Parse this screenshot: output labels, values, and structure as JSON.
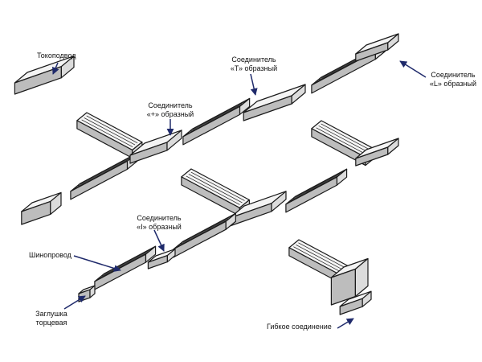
{
  "labels": {
    "tokopodvod": "Токоподвод",
    "connector_t_line1": "Соединитель",
    "connector_t_line2": "«Т» образный",
    "connector_l_line1": "Соединитель",
    "connector_l_line2": "«L» образный",
    "connector_plus_line1": "Соединитель",
    "connector_plus_line2": "«+» образный",
    "connector_i_line1": "Соединитель",
    "connector_i_line2": "«I» образный",
    "busbar": "Шинопровод",
    "end_cap_line1": "Заглушка",
    "end_cap_line2": "торцевая",
    "flexible": "Гибкое соединение"
  },
  "colors": {
    "arrow": "#1f2a6b",
    "outline": "#1a1a1a",
    "rail_fill": "#f4f4f4",
    "rail_shadow": "#bdbdbd"
  }
}
